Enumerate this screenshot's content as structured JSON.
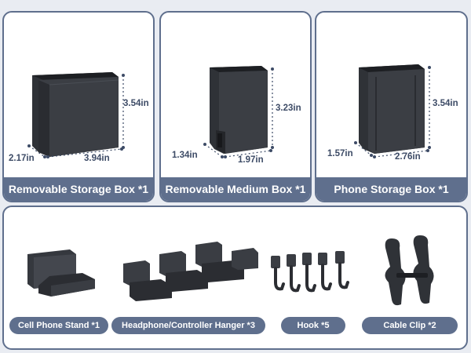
{
  "products": [
    {
      "label": "Removable Storage Box *1",
      "dims": {
        "height": "3.54in",
        "depth": "2.17in",
        "width": "3.94in"
      }
    },
    {
      "label": "Removable Medium Box *1",
      "dims": {
        "height": "3.23in",
        "depth": "1.34in",
        "width": "1.97in"
      }
    },
    {
      "label": "Phone Storage Box *1",
      "dims": {
        "height": "3.54in",
        "depth": "1.57in",
        "width": "2.76in"
      }
    }
  ],
  "accessories": [
    {
      "label": "Cell Phone Stand *1"
    },
    {
      "label": "Headphone/Controller Hanger *3"
    },
    {
      "label": "Hook *5"
    },
    {
      "label": "Cable Clip *2"
    }
  ],
  "colors": {
    "accent": "#5f6f8d",
    "product": "#3a3d43",
    "dimension": "#3d4b66"
  }
}
